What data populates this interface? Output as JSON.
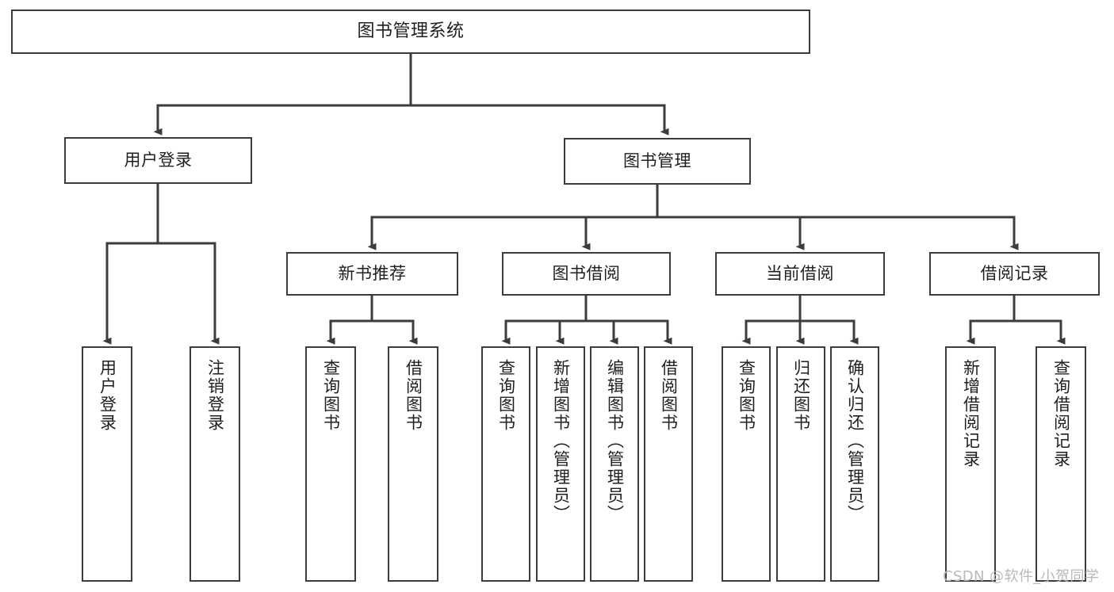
{
  "diagram": {
    "title": "图书管理系统",
    "type": "hierarchy-tree",
    "line_color": "#3c3c3c",
    "background_color": "#ffffff",
    "text_color": "#1f1f1f",
    "levels": 3,
    "nodes": {
      "root": {
        "label": "图书管理系统",
        "level": 0,
        "orientation": "horizontal"
      },
      "l1": [
        {
          "label": "用户登录",
          "level": 1,
          "orientation": "horizontal"
        },
        {
          "label": "图书管理",
          "level": 1,
          "orientation": "horizontal"
        }
      ],
      "l2": [
        {
          "label": "新书推荐",
          "level": 2,
          "orientation": "horizontal"
        },
        {
          "label": "图书借阅",
          "level": 2,
          "orientation": "horizontal"
        },
        {
          "label": "当前借阅",
          "level": 2,
          "orientation": "horizontal"
        },
        {
          "label": "借阅记录",
          "level": 2,
          "orientation": "horizontal"
        }
      ],
      "leaves_user_login": [
        {
          "label": "用户登录",
          "orientation": "vertical"
        },
        {
          "label": "注销登录",
          "orientation": "vertical"
        }
      ],
      "leaves_new_books": [
        {
          "label": "查询图书",
          "orientation": "vertical"
        },
        {
          "label": "借阅图书",
          "orientation": "vertical"
        }
      ],
      "leaves_borrow": [
        {
          "label": "查询图书",
          "orientation": "vertical"
        },
        {
          "label": "新增图书（管理员）",
          "orientation": "vertical"
        },
        {
          "label": "编辑图书（管理员）",
          "orientation": "vertical"
        },
        {
          "label": "借阅图书",
          "orientation": "vertical"
        }
      ],
      "leaves_current": [
        {
          "label": "查询图书",
          "orientation": "vertical"
        },
        {
          "label": "归还图书",
          "orientation": "vertical"
        },
        {
          "label": "确认归还（管理员）",
          "orientation": "vertical"
        }
      ],
      "leaves_records": [
        {
          "label": "新增借阅记录",
          "orientation": "vertical"
        },
        {
          "label": "查询借阅记录",
          "orientation": "vertical"
        }
      ]
    },
    "watermark": "CSDN @软件_小贺同学"
  }
}
